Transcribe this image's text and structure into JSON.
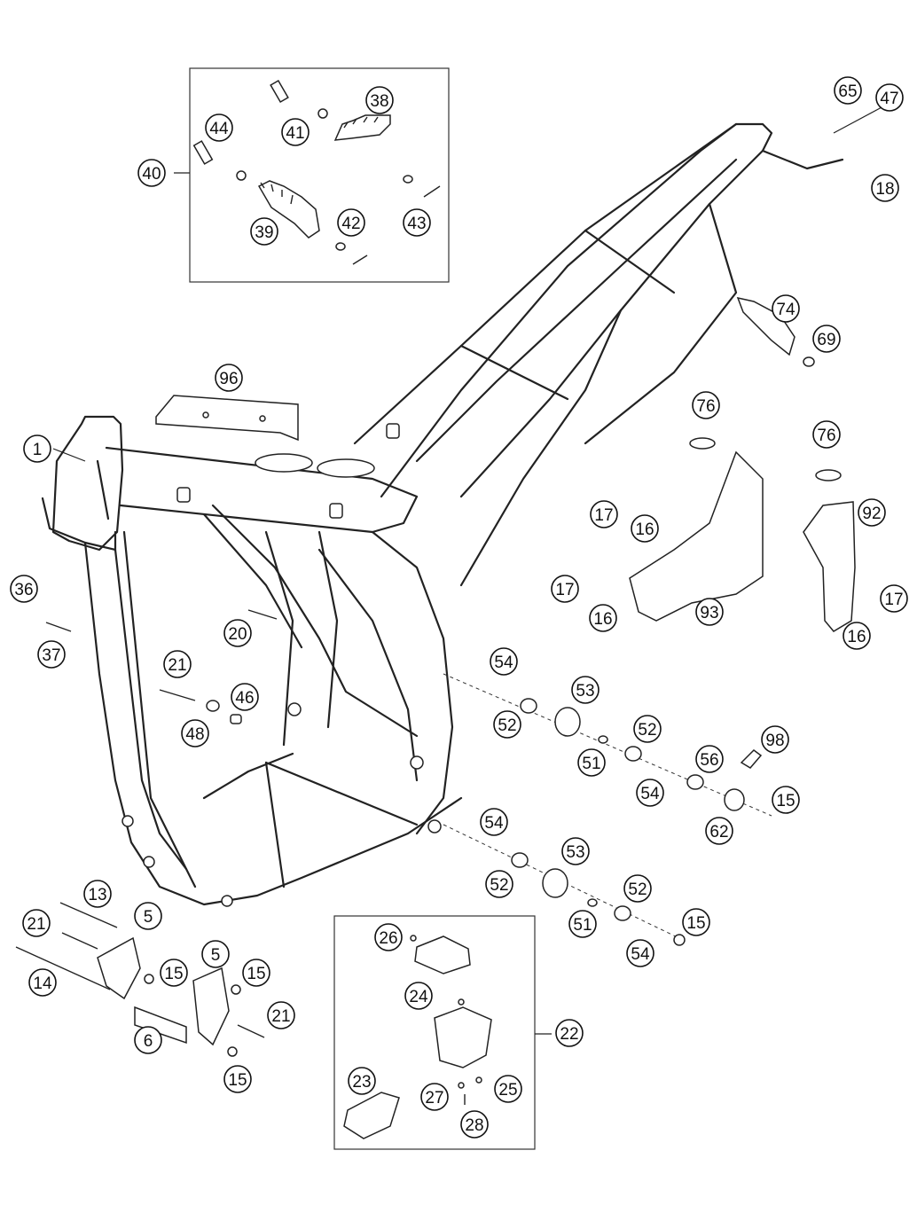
{
  "labels": {
    "p1": "1",
    "p5a": "5",
    "p5b": "5",
    "p6": "6",
    "p13": "13",
    "p14": "14",
    "p15a": "15",
    "p15b": "15",
    "p15c": "15",
    "p15d": "15",
    "p15e": "15",
    "p16a": "16",
    "p16b": "16",
    "p16c": "16",
    "p17a": "17",
    "p17b": "17",
    "p17c": "17",
    "p18": "18",
    "p20": "20",
    "p21a": "21",
    "p21b": "21",
    "p21c": "21",
    "p22": "22",
    "p23": "23",
    "p24": "24",
    "p25": "25",
    "p26": "26",
    "p27": "27",
    "p28": "28",
    "p36": "36",
    "p37": "37",
    "p38": "38",
    "p39": "39",
    "p40": "40",
    "p41": "41",
    "p42": "42",
    "p43": "43",
    "p44": "44",
    "p46": "46",
    "p47": "47",
    "p48": "48",
    "p51a": "51",
    "p51b": "51",
    "p52a": "52",
    "p52b": "52",
    "p52c": "52",
    "p52d": "52",
    "p53a": "53",
    "p53b": "53",
    "p54a": "54",
    "p54b": "54",
    "p54c": "54",
    "p54d": "54",
    "p56": "56",
    "p62": "62",
    "p65": "65",
    "p69": "69",
    "p74": "74",
    "p76a": "76",
    "p76b": "76",
    "p92": "92",
    "p93": "93",
    "p96": "96",
    "p98": "98"
  }
}
